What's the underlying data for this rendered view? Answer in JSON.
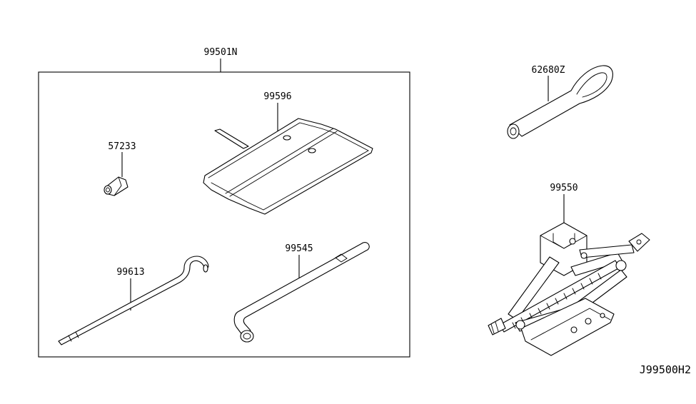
{
  "parts": {
    "kit": "99501N",
    "bag": "99596",
    "adapter": "57233",
    "hook": "99613",
    "wrench": "99545",
    "tow_hook": "62680Z",
    "jack": "99550"
  },
  "diagram_code": "J99500H2"
}
